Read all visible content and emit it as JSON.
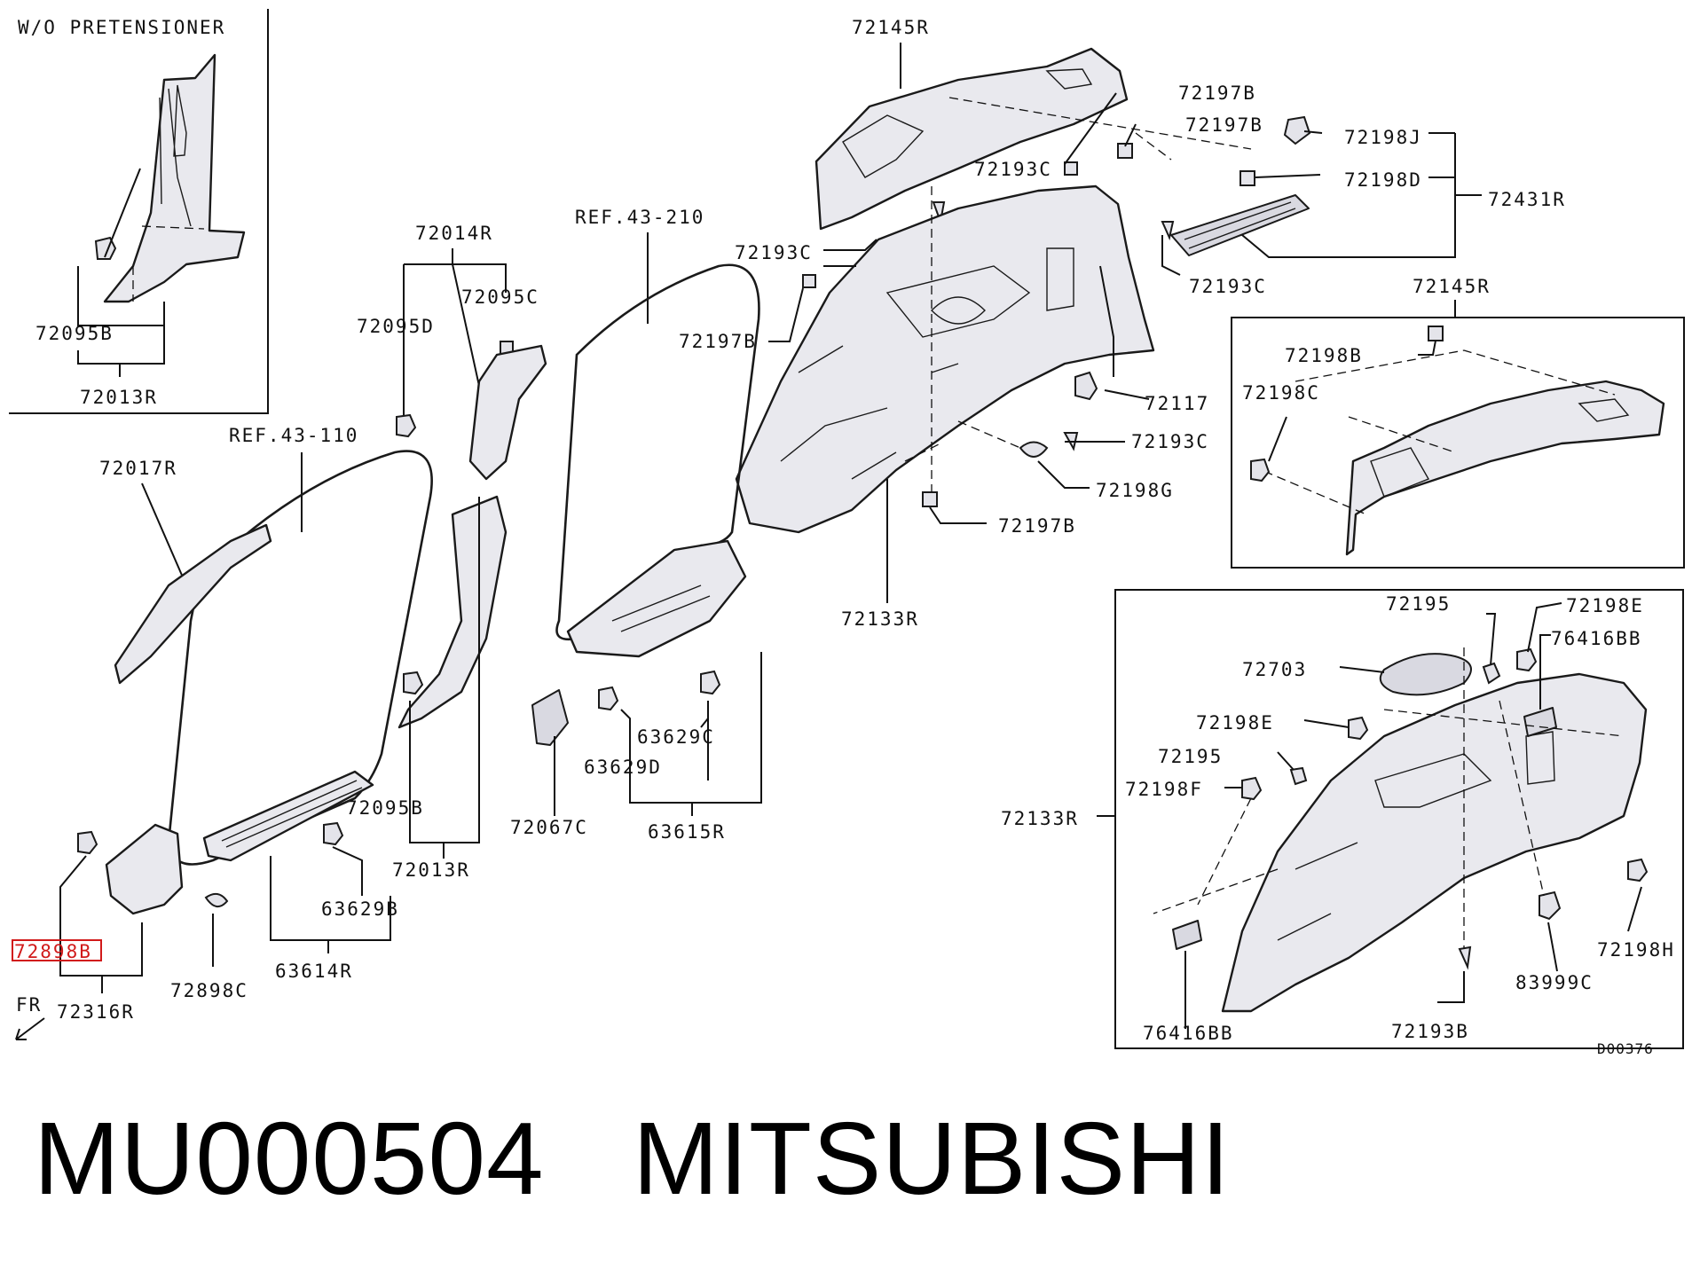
{
  "inset_labels": {
    "wo_pretensioner": "W/O PRETENSIONER"
  },
  "labels": {
    "p72145r_top": "72145R",
    "p72197b_1": "72197B",
    "p72197b_2": "72197B",
    "p72193c_1": "72193C",
    "p72198j": "72198J",
    "p72198d": "72198D",
    "p72431r": "72431R",
    "p72193c_2": "72193C",
    "p72193c_3": "72193C",
    "p72145r_box": "72145R",
    "p72014r": "72014R",
    "ref43_210": "REF.43-210",
    "p72095c": "72095C",
    "p72095d": "72095D",
    "p72197b_3": "72197B",
    "p72095b_inset": "72095B",
    "p72013r_inset": "72013R",
    "p72198b": "72198B",
    "p72198c": "72198C",
    "p72117": "72117",
    "ref43_110": "REF.43-110",
    "p72193c_4": "72193C",
    "p72017r": "72017R",
    "p72198g": "72198G",
    "p72197b_4": "72197B",
    "p72133r_main": "72133R",
    "p72195_1": "72195",
    "p72198e_1": "72198E",
    "p76416bb_1": "76416BB",
    "p72703": "72703",
    "p63629c": "63629C",
    "p72198e_2": "72198E",
    "p63629d": "63629D",
    "p72195_2": "72195",
    "p72095b": "72095B",
    "p72198f": "72198F",
    "p72133r_box": "72133R",
    "p72067c": "72067C",
    "p63615r": "63615R",
    "p72013r": "72013R",
    "p63629b": "63629B",
    "p72898b": "72898B",
    "p72198h": "72198H",
    "p63614r": "63614R",
    "p72898c": "72898C",
    "p83999c": "83999C",
    "fr": "FR",
    "p72316r": "72316R",
    "p76416bb_2": "76416BB",
    "p72193b": "72193B",
    "code": "D00376"
  },
  "caption": {
    "part_number": "MU000504",
    "brand": "MITSUBISHI"
  },
  "highlight": {
    "label": "72898B",
    "color": "#d11a1a"
  }
}
